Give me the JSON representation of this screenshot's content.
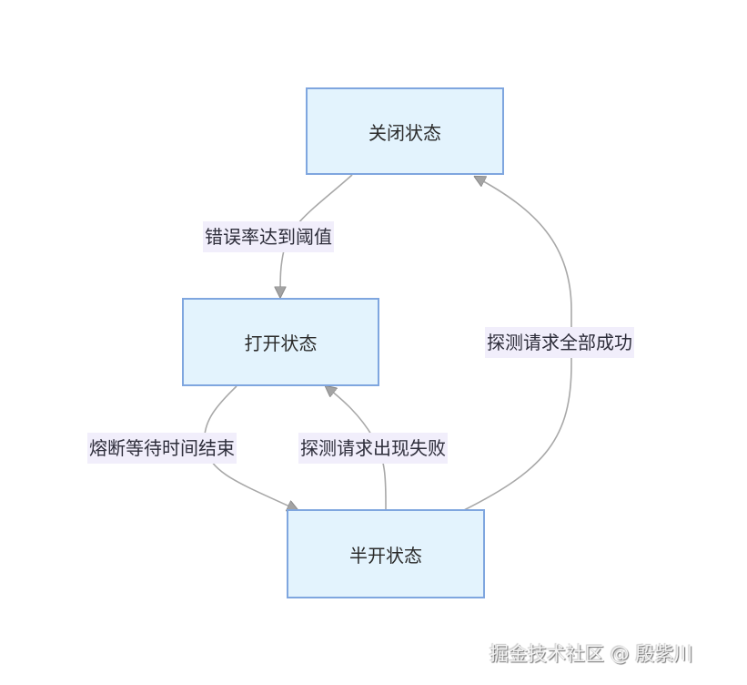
{
  "diagram": {
    "nodes": [
      {
        "id": "closed",
        "label": "关闭状态"
      },
      {
        "id": "open",
        "label": "打开状态"
      },
      {
        "id": "half_open",
        "label": "半开状态"
      }
    ],
    "edges": [
      {
        "from": "closed",
        "to": "open",
        "label": "错误率达到阈值"
      },
      {
        "from": "open",
        "to": "half_open",
        "label": "熔断等待时间结束"
      },
      {
        "from": "half_open",
        "to": "open",
        "label": "探测请求出现失败"
      },
      {
        "from": "half_open",
        "to": "closed",
        "label": "探测请求全部成功"
      }
    ],
    "colors": {
      "node_fill": "#e3f3fd",
      "node_border": "#7fa6df",
      "edge": "#a8a8a8",
      "label_bg": "#f1eefb"
    }
  },
  "watermark": "掘金技术社区 @ 殷紫川"
}
